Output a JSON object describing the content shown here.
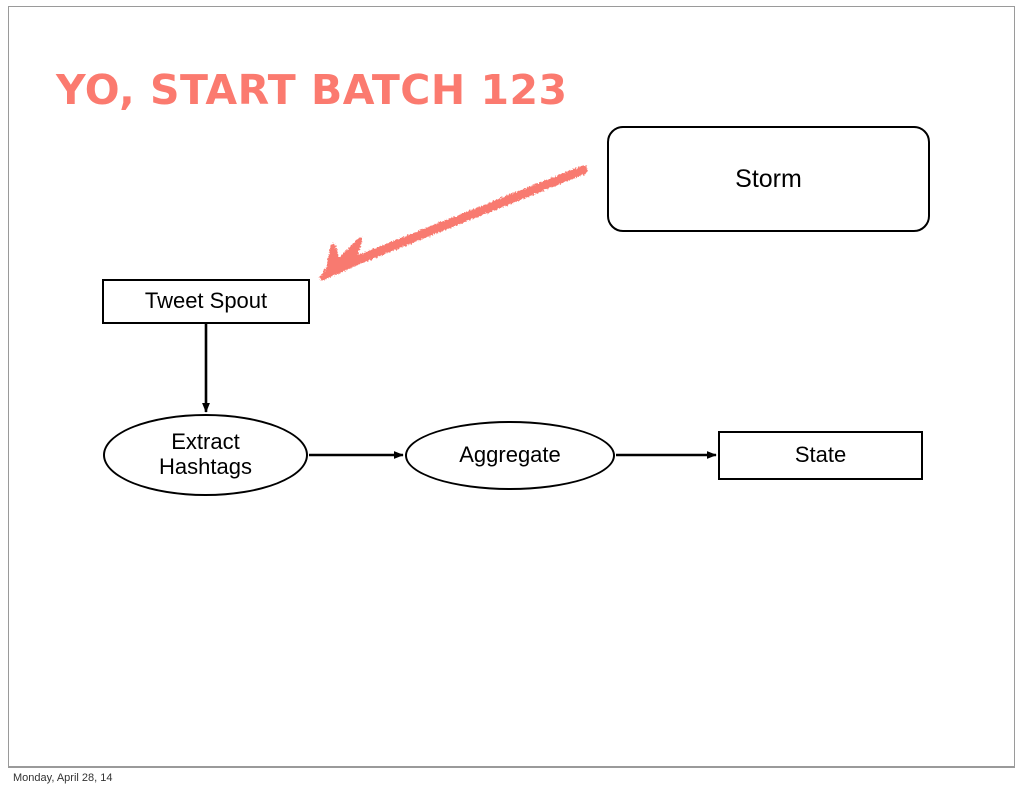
{
  "slide": {
    "title": "YO, START BATCH 123",
    "title_color": "#fb7a6f",
    "background_color": "#ffffff",
    "frame_border_color": "#9a9a9a"
  },
  "diagram": {
    "nodes": [
      {
        "id": "storm",
        "label": "Storm",
        "shape": "rounded-rectangle",
        "stroke": "#000000",
        "fill": "#ffffff"
      },
      {
        "id": "tweet-spout",
        "label": "Tweet Spout",
        "shape": "rectangle",
        "stroke": "#000000",
        "fill": "#ffffff"
      },
      {
        "id": "extract-hashtags",
        "label": "Extract\nHashtags",
        "label_line1": "Extract",
        "label_line2": "Hashtags",
        "shape": "ellipse",
        "stroke": "#000000",
        "fill": "#ffffff"
      },
      {
        "id": "aggregate",
        "label": "Aggregate",
        "shape": "ellipse",
        "stroke": "#000000",
        "fill": "#ffffff"
      },
      {
        "id": "state",
        "label": "State",
        "shape": "rectangle",
        "stroke": "#000000",
        "fill": "#ffffff"
      }
    ],
    "edges": [
      {
        "id": "tweet-spout-to-extract-hashtags",
        "from": "tweet-spout",
        "to": "extract-hashtags",
        "direction": "down",
        "color": "#000000"
      },
      {
        "id": "extract-hashtags-to-aggregate",
        "from": "extract-hashtags",
        "to": "aggregate",
        "direction": "right",
        "color": "#000000"
      },
      {
        "id": "aggregate-to-state",
        "from": "aggregate",
        "to": "state",
        "direction": "right",
        "color": "#000000"
      }
    ],
    "annotation_arrow": {
      "id": "storm-callout-arrow",
      "style": "hand-drawn",
      "color": "#f87a70",
      "from": "storm",
      "to": "tweet-spout",
      "description": "salmon hand-drawn arrow pointing from the Storm box down-left toward the Tweet Spout topology"
    }
  },
  "footer": {
    "date": "Monday, April 28, 14"
  }
}
